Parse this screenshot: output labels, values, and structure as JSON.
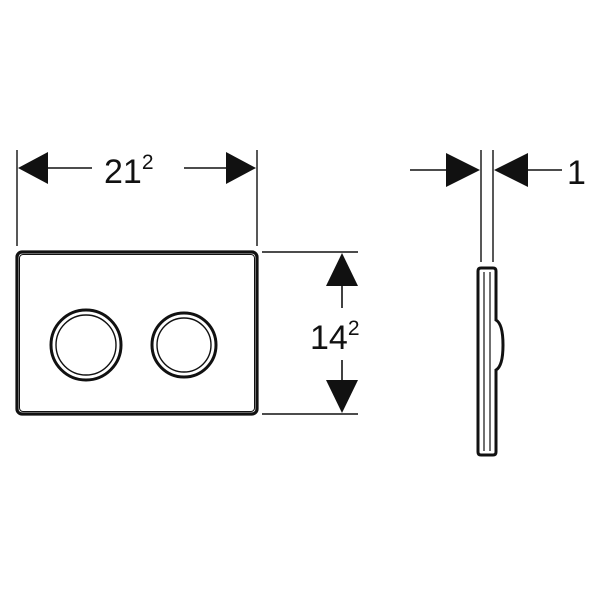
{
  "drawing": {
    "width_dimension": {
      "base": "21",
      "superscript": "2"
    },
    "height_dimension": {
      "base": "14",
      "superscript": "2"
    },
    "thickness_dimension": {
      "value": "1"
    },
    "line_color": "#111111",
    "background_color": "#ffffff"
  }
}
